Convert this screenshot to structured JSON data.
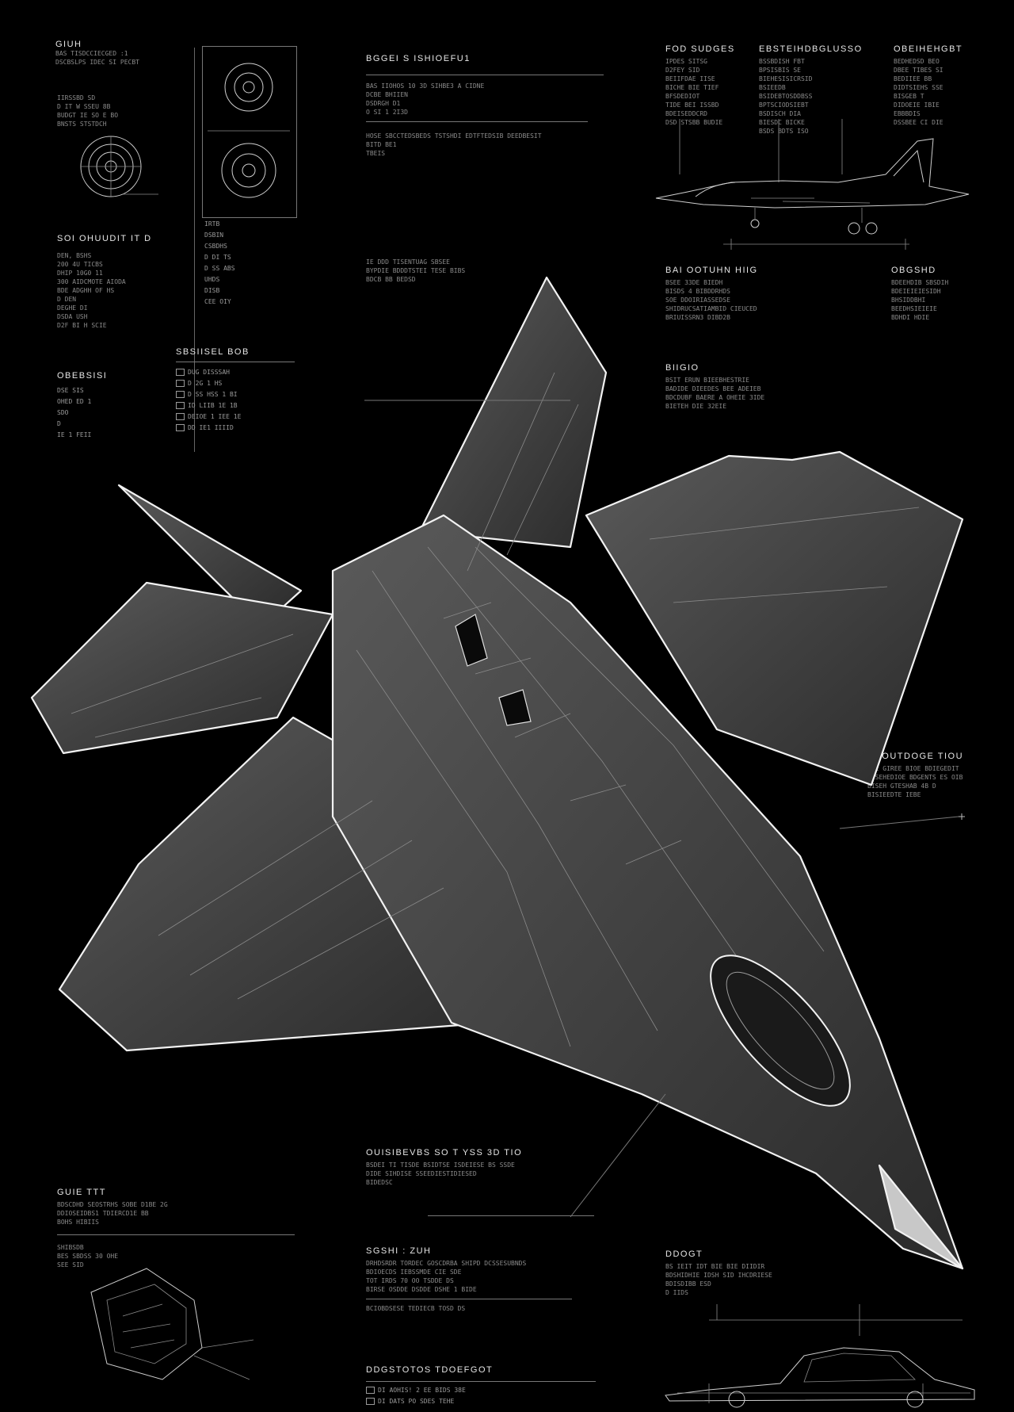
{
  "blocks": {
    "top_left": {
      "title": "GIUH",
      "lines": [
        "BAS TISDCCIECGED :1",
        "DSCBSLPS IDEC SI PECBT"
      ]
    },
    "left_label_1": {
      "title": "IIRSSBD SD",
      "lines": [
        "D IT W SSEU 8B",
        "BUDGT IE SO E BO",
        "BNSTS STSTDCH"
      ]
    },
    "left_mid": {
      "title": "SOI OHUUDIT IT D",
      "lines": [
        "DEN, BSHS",
        "200 4U TICBS",
        "DHIP 10G0 11",
        "",
        "300 AIDCMOTE AIODA",
        "BDE ADGHH OF HS",
        "",
        "D DEN",
        "DEGHE DI",
        "DSDA USH",
        "D2F BI H SCIE"
      ]
    },
    "left_low": {
      "title": "OBEBSISI",
      "lines": [
        "DSE SIS",
        "OHED ED 1",
        "SDO",
        "D",
        "IE 1 FEII"
      ]
    },
    "engine_panel": {
      "title": "",
      "lines": [
        "IRTB",
        "DSBIN",
        "CSBDHS",
        "D DI TS",
        "D SS ABS",
        "",
        "UHDS",
        "DISB",
        "CEE OIY"
      ]
    },
    "spec_table": {
      "title": "SBSIISEL BOB",
      "rows": [
        "DUG DISSSAH",
        "D 2G 1 HS",
        "D SS HSS 1 BI",
        "ID LIIB 1E 1B",
        "DEIOE 1 IEE 1E",
        "DD IE1 IIIID"
      ]
    },
    "center_top": {
      "title": "BGGEI S ISHIOEFU1",
      "lines": [
        "BAS IIOHOS 10 3D SIHBE3 A CIDNE",
        "DCBE BHIIEN",
        "DSDRGH D1",
        "",
        "O SI 1 2I3D",
        "",
        "HOSE SBCCTEDSBEDS TSTSHDI EDTFTEDSIB DEEDBESIT",
        "BITD BE1",
        "TBEIS"
      ]
    },
    "center_mid": {
      "title": "",
      "lines": [
        "IE DDD TISENTUAG SBSEE",
        "BYPDIE BDDDTSTEI TESE BIBS",
        "BDCB BB BEDSD"
      ]
    },
    "tr_col1": {
      "title": "FOD SUDGES",
      "lines": [
        "IPDES SITSG",
        "D2FEY SID",
        "BEIIFDAE IISE",
        "BICHE BIE TIEF",
        "BFSDEDIOT",
        "TIDE BEI ISSBD",
        "BDEISEDDCRD",
        "",
        "DSD STSBB BUDIE"
      ]
    },
    "tr_col2": {
      "title": "EBSTEIHDBGLUSSO",
      "lines": [
        "BSSBDISH FBT",
        "BPSISBIS SE",
        "BIEHESISICRSID",
        "BSIEEDB",
        "BSIDEBTOSDDBSS",
        "BPTSCIODSIEBT",
        "BSDISCH DIA",
        "BIESDC BICKE",
        "",
        "BSDS BDTS ISO"
      ]
    },
    "tr_col3": {
      "title": "OBEIHEHGBT",
      "lines": [
        "BEDHEDSD BEO",
        "DBEE TIBES SI",
        "BEDIIEE BB",
        "DIDTSIEHS SSE",
        "BISGEB T",
        "DIDOEIE IBIE",
        "EBBBDIS",
        "DSSBEE CI  DIE"
      ]
    },
    "mid_right_a": {
      "title": "BAI OOTUHN HIIG",
      "lines": [
        "BSEE 33DE BIEDH",
        "BISDS 4 BIBDDRHDS",
        "",
        "SOE DDOIRIASSEDSE",
        "SHIDRUCSATIAMBID CIEUCED",
        "BRIUISSRN3 DIBD2B"
      ]
    },
    "mid_right_b": {
      "title": "OBGSHD",
      "lines": [
        "BDEEHDIB SBSDIH",
        "BDEIEIEIESIDH",
        "BHSIDDBHI",
        "BEEDHSIEIEIE",
        "BDHDI HDIE"
      ]
    },
    "mid_right_c": {
      "title": "BIIGIO",
      "lines": [
        "BSIT ERUN BIEEBHESTRIE",
        "BADIDE DIEEDES BEE ADEIEB",
        "BDCDUBF BAERE A OHEIE 3IDE",
        "",
        "BIETEH DIE 32EIE"
      ]
    },
    "right_callout": {
      "title": "SHOUTDOGE TIOU",
      "lines": [
        "BSE GIREE BIOE BDIEGEDIT",
        "BDSEHEDIOE BDGENTS ES OIB",
        "BISEH GTESHAB 4B D",
        "BISIEEDTE IEBE"
      ]
    },
    "bottom_left": {
      "title": "GUIE TTT",
      "lines": [
        "BDSCDHD SEOSTRHS SOBE D1BE 2G",
        "DDIOSEIDBS1 TDIERCD1E BB",
        "BOHS HIBIIS",
        "",
        "SHIBSDB",
        "",
        "BES SBDSS 30 OHE",
        "SEE SID"
      ]
    },
    "bottom_center_a": {
      "title": "OUISIBEVBS SO T YSS 3D TIO",
      "lines": [
        "BSDEI TI TISDE BSIDTSE ISDEIESE BS SSDE",
        "DIDE SIHDISE  SSEEDIESTIDIESED",
        "BIDEDSC"
      ]
    },
    "bottom_center_b": {
      "title": "SGSHI : ZUH",
      "lines": [
        "DRHDSRDR TORDEC GOSCDRBA SHIPD DCSSESUBNDS",
        "BDIOECDS IEBSSMDE CIE SDE",
        "TOT IRDS 70 OO TSDDE DS",
        "BIRSE OSDDE DSDDE DSHE 1 BIDE",
        "",
        "BCIOBDSESE TEDIECB TOSD DS"
      ]
    },
    "bottom_center_c": {
      "title": "DDGSTOTOS TDOEFGOT",
      "lines": [
        "DI AOHIS! 2 EE BIDS 38E",
        "DI DATS PO SDES TEHE"
      ]
    },
    "bottom_right": {
      "title": "DDOGT",
      "lines": [
        "BS IEIT IDT BIE BIE DIIDIR",
        "BDSHIDHIE IDSH SID IHCDRIESE",
        "BDISDIBB ESD",
        "D IIDS"
      ]
    }
  },
  "colors": {
    "background": "#000000",
    "ink": "#e6e6e6",
    "muted": "#8a8a8a",
    "airframe_fill": "#4a4a4a"
  },
  "icons": [
    "engine-cross-section-icon",
    "turbine-diagram-icon",
    "aircraft-side-profile-icon",
    "vehicle-wireframe-icon",
    "car-profile-icon"
  ]
}
